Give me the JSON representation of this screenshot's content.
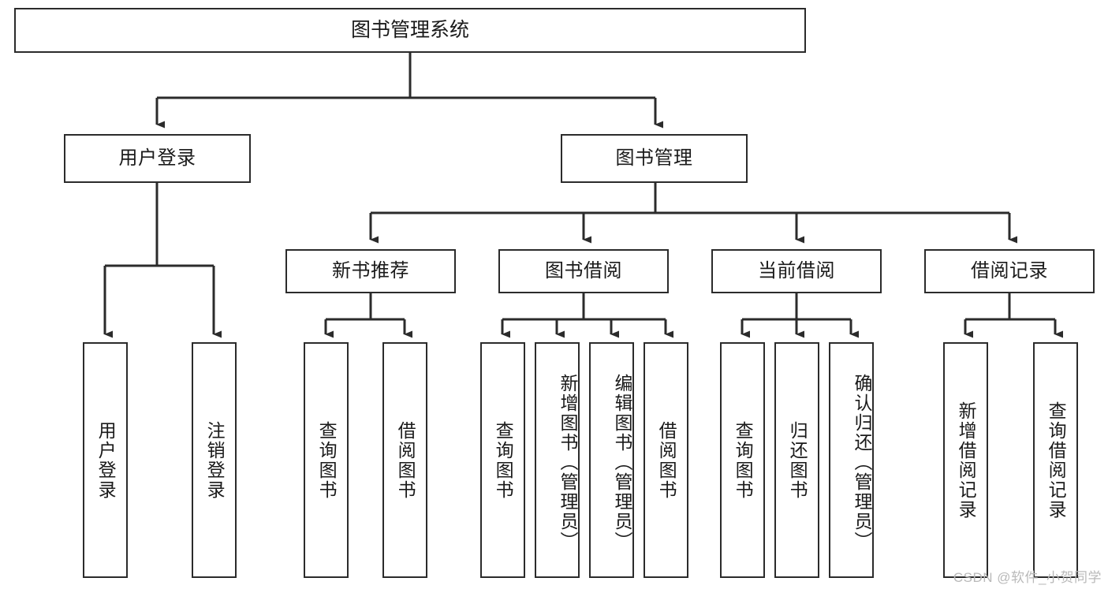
{
  "diagram": {
    "title": "图书管理系统",
    "watermark": "CSDN @软件_小贺同学",
    "line_color": "#2b2b2b",
    "box_fill": "#ffffff",
    "text_color": "#1a1a1a",
    "watermark_color": "#b9b9b9"
  },
  "nodes": {
    "root": {
      "label": "图书管理系统"
    },
    "level2": [
      {
        "label": "用户登录"
      },
      {
        "label": "图书管理"
      }
    ],
    "level3": [
      {
        "label": "新书推荐"
      },
      {
        "label": "图书借阅"
      },
      {
        "label": "当前借阅"
      },
      {
        "label": "借阅记录"
      }
    ],
    "leaves": {
      "user_login": [
        {
          "label": "用户登录"
        },
        {
          "label": "注销登录"
        }
      ],
      "new_book": [
        {
          "label": "查询图书"
        },
        {
          "label": "借阅图书"
        }
      ],
      "book_borrow": [
        {
          "label": "查询图书"
        },
        {
          "label": "新增图书（管理员）"
        },
        {
          "label": "编辑图书（管理员）"
        },
        {
          "label": "借阅图书"
        }
      ],
      "current_borrow": [
        {
          "label": "查询图书"
        },
        {
          "label": "归还图书"
        },
        {
          "label": "确认归还（管理员）"
        }
      ],
      "borrow_record": [
        {
          "label": "新增借阅记录"
        },
        {
          "label": "查询借阅记录"
        }
      ]
    }
  },
  "chart_data": {
    "type": "tree-diagram",
    "title": "图书管理系统",
    "orientation": "top-down",
    "levels": 4,
    "hierarchy": {
      "name": "图书管理系统",
      "children": [
        {
          "name": "用户登录",
          "children": [
            {
              "name": "用户登录"
            },
            {
              "name": "注销登录"
            }
          ]
        },
        {
          "name": "图书管理",
          "children": [
            {
              "name": "新书推荐",
              "children": [
                {
                  "name": "查询图书"
                },
                {
                  "name": "借阅图书"
                }
              ]
            },
            {
              "name": "图书借阅",
              "children": [
                {
                  "name": "查询图书"
                },
                {
                  "name": "新增图书（管理员）"
                },
                {
                  "name": "编辑图书（管理员）"
                },
                {
                  "name": "借阅图书"
                }
              ]
            },
            {
              "name": "当前借阅",
              "children": [
                {
                  "name": "查询图书"
                },
                {
                  "name": "归还图书"
                },
                {
                  "name": "确认归还（管理员）"
                }
              ]
            },
            {
              "name": "借阅记录",
              "children": [
                {
                  "name": "新增借阅记录"
                },
                {
                  "name": "查询借阅记录"
                }
              ]
            }
          ]
        }
      ]
    }
  }
}
